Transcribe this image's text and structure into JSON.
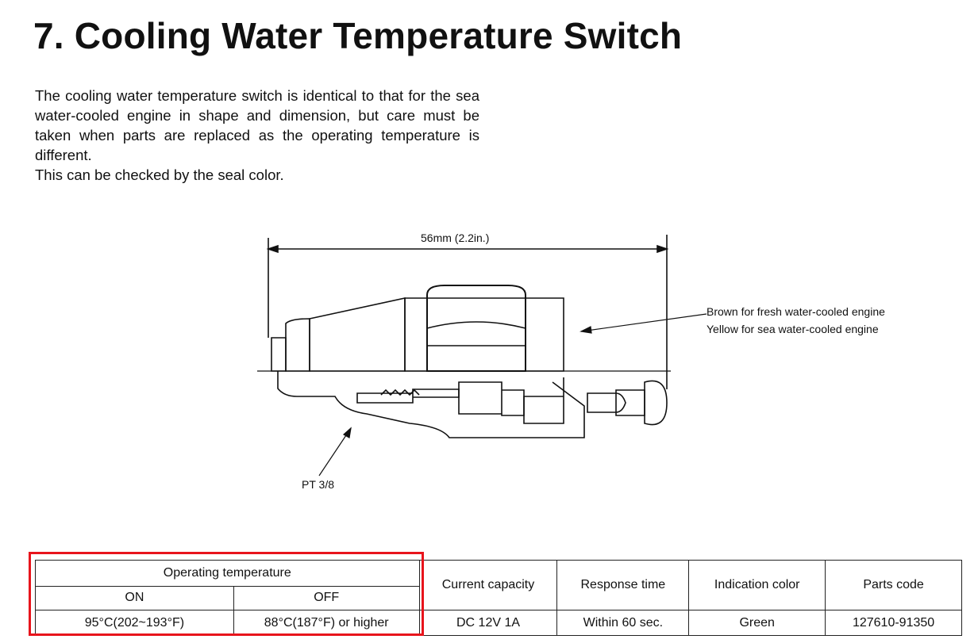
{
  "heading": "7. Cooling Water Temperature Switch",
  "intro": {
    "line1": "The cooling water temperature switch is identical to that for the sea water-cooled engine in shape and dimension, but care must be taken when parts are replaced as the operating temperature is different.",
    "line2": "This can be checked by the seal color."
  },
  "diagram": {
    "dimension_label": "56mm (2.2in.)",
    "seal_note_1": "Brown for fresh water-cooled engine",
    "seal_note_2": "Yellow for sea water-cooled engine",
    "thread_label": "PT 3/8"
  },
  "table": {
    "headers": {
      "operating_temperature": "Operating temperature",
      "on": "ON",
      "off": "OFF",
      "current_capacity": "Current capacity",
      "response_time": "Response time",
      "indication_color": "Indication color",
      "parts_code": "Parts code"
    },
    "row": {
      "on": "95°C(202~193°F)",
      "off": "88°C(187°F) or higher",
      "current_capacity": "DC 12V 1A",
      "response_time": "Within 60 sec.",
      "indication_color": "Green",
      "parts_code": "127610-91350"
    }
  },
  "highlight_color": "#e8141c"
}
